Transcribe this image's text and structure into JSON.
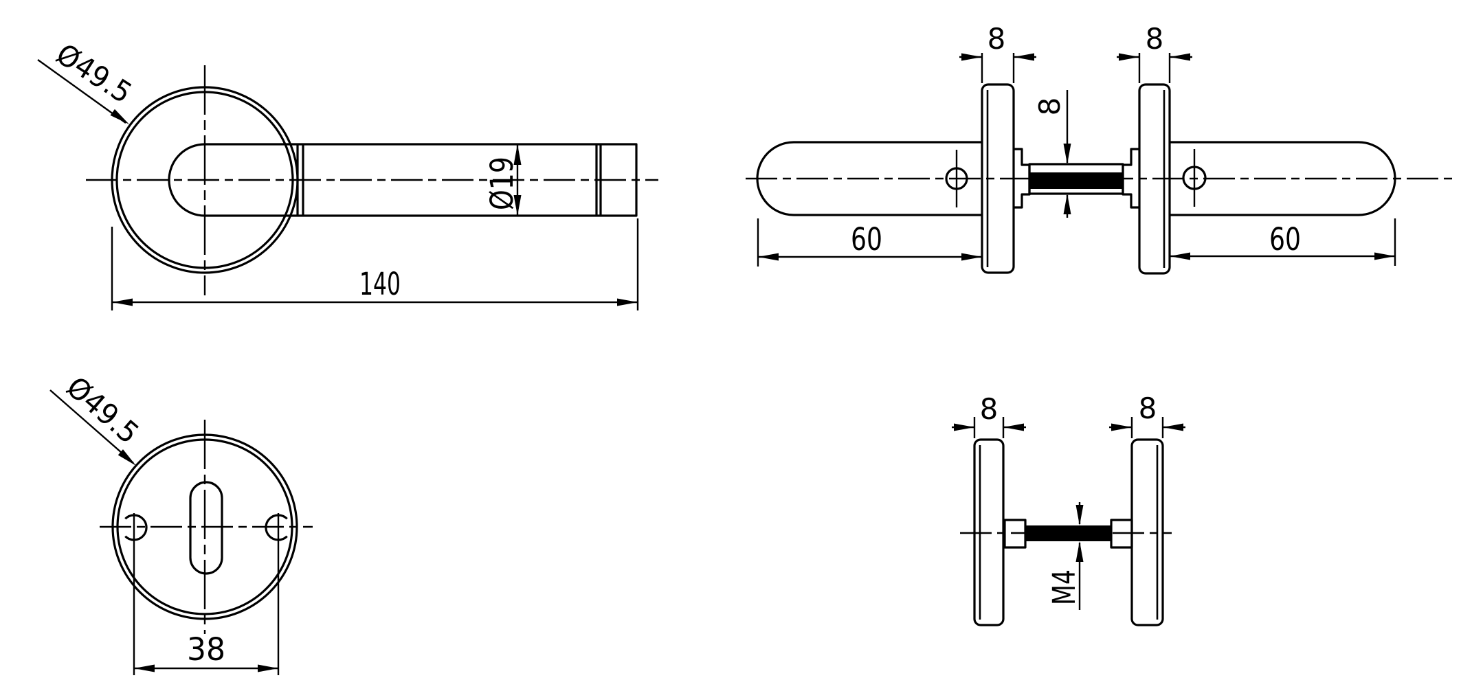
{
  "drawing": {
    "background_color": "#ffffff",
    "line_color": "#000000",
    "views": {
      "handle_front": {
        "dims": {
          "rose_diameter": "Ø49.5",
          "handle_length": "140",
          "grip_diameter": "Ø19"
        }
      },
      "handle_side": {
        "dims": {
          "rose_thickness_left": "8",
          "rose_thickness_right": "8",
          "spindle_height": "8",
          "grip_length_left": "60",
          "grip_length_right": "60"
        }
      },
      "rose_front": {
        "dims": {
          "rose_diameter": "Ø49.5",
          "screw_hole_spacing": "38"
        }
      },
      "rose_side": {
        "dims": {
          "rose_thickness_left": "8",
          "rose_thickness_right": "8",
          "screw_thread": "M4"
        }
      }
    }
  }
}
